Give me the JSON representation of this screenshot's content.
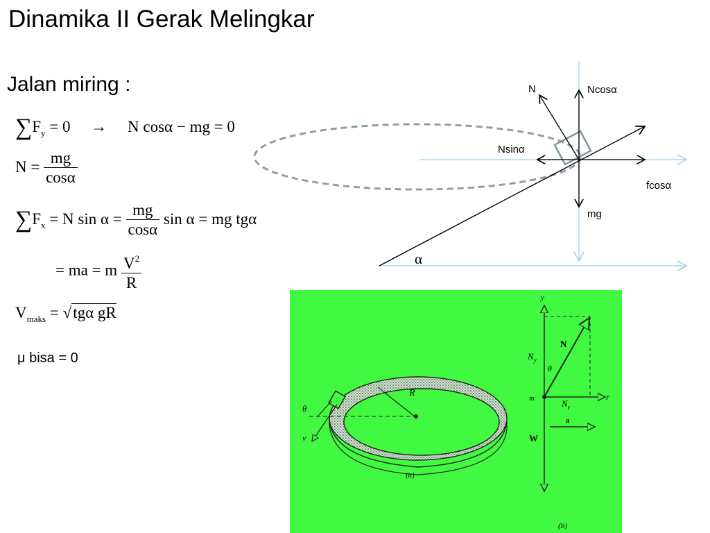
{
  "slide": {
    "title": "Dinamika II Gerak Melingkar",
    "subtitle": "Jalan miring :",
    "note": "μ bisa = 0"
  },
  "equations": {
    "eq1": {
      "lhs": "F",
      "lhs_sub": "y",
      "mid": "= 0",
      "arrow": "→",
      "rhs": "N cosα − mg = 0"
    },
    "eq2": {
      "lhs": "N =",
      "num": "mg",
      "den": "cosα"
    },
    "eq3": {
      "lhs": "F",
      "lhs_sub": "x",
      "part1": "= N sin α =",
      "num": "mg",
      "den": "cosα",
      "part2": "sin α = mg tgα"
    },
    "eq4": {
      "part1": "= ma = m",
      "num": "V",
      "num_sup": "2",
      "den": "R"
    },
    "eq5": {
      "lhs": "V",
      "lhs_sub": "maks",
      "eq": "=",
      "radicand": "tgα gR"
    }
  },
  "force_diagram": {
    "labels": {
      "N": "N",
      "Ncos": "Ncosα",
      "Nsin": "Nsinα",
      "fcos": "fcosα",
      "mg": "mg",
      "alpha": "α"
    },
    "colors": {
      "axis": "#a8d8ea",
      "ellipse": "#8e9ea6",
      "block": "#7f9696"
    }
  },
  "figure": {
    "background": "#41f941",
    "a_labels": {
      "theta": "θ",
      "R": "R",
      "v": "v",
      "caption": "(a)"
    },
    "b_labels": {
      "y": "y",
      "N": "N",
      "Ny": "N",
      "Ny_sub": "y",
      "theta": "θ",
      "m": "m",
      "Nr": "N",
      "Nr_sub": "r",
      "r": "r",
      "a": "a",
      "W": "W",
      "caption": "(b)"
    }
  }
}
